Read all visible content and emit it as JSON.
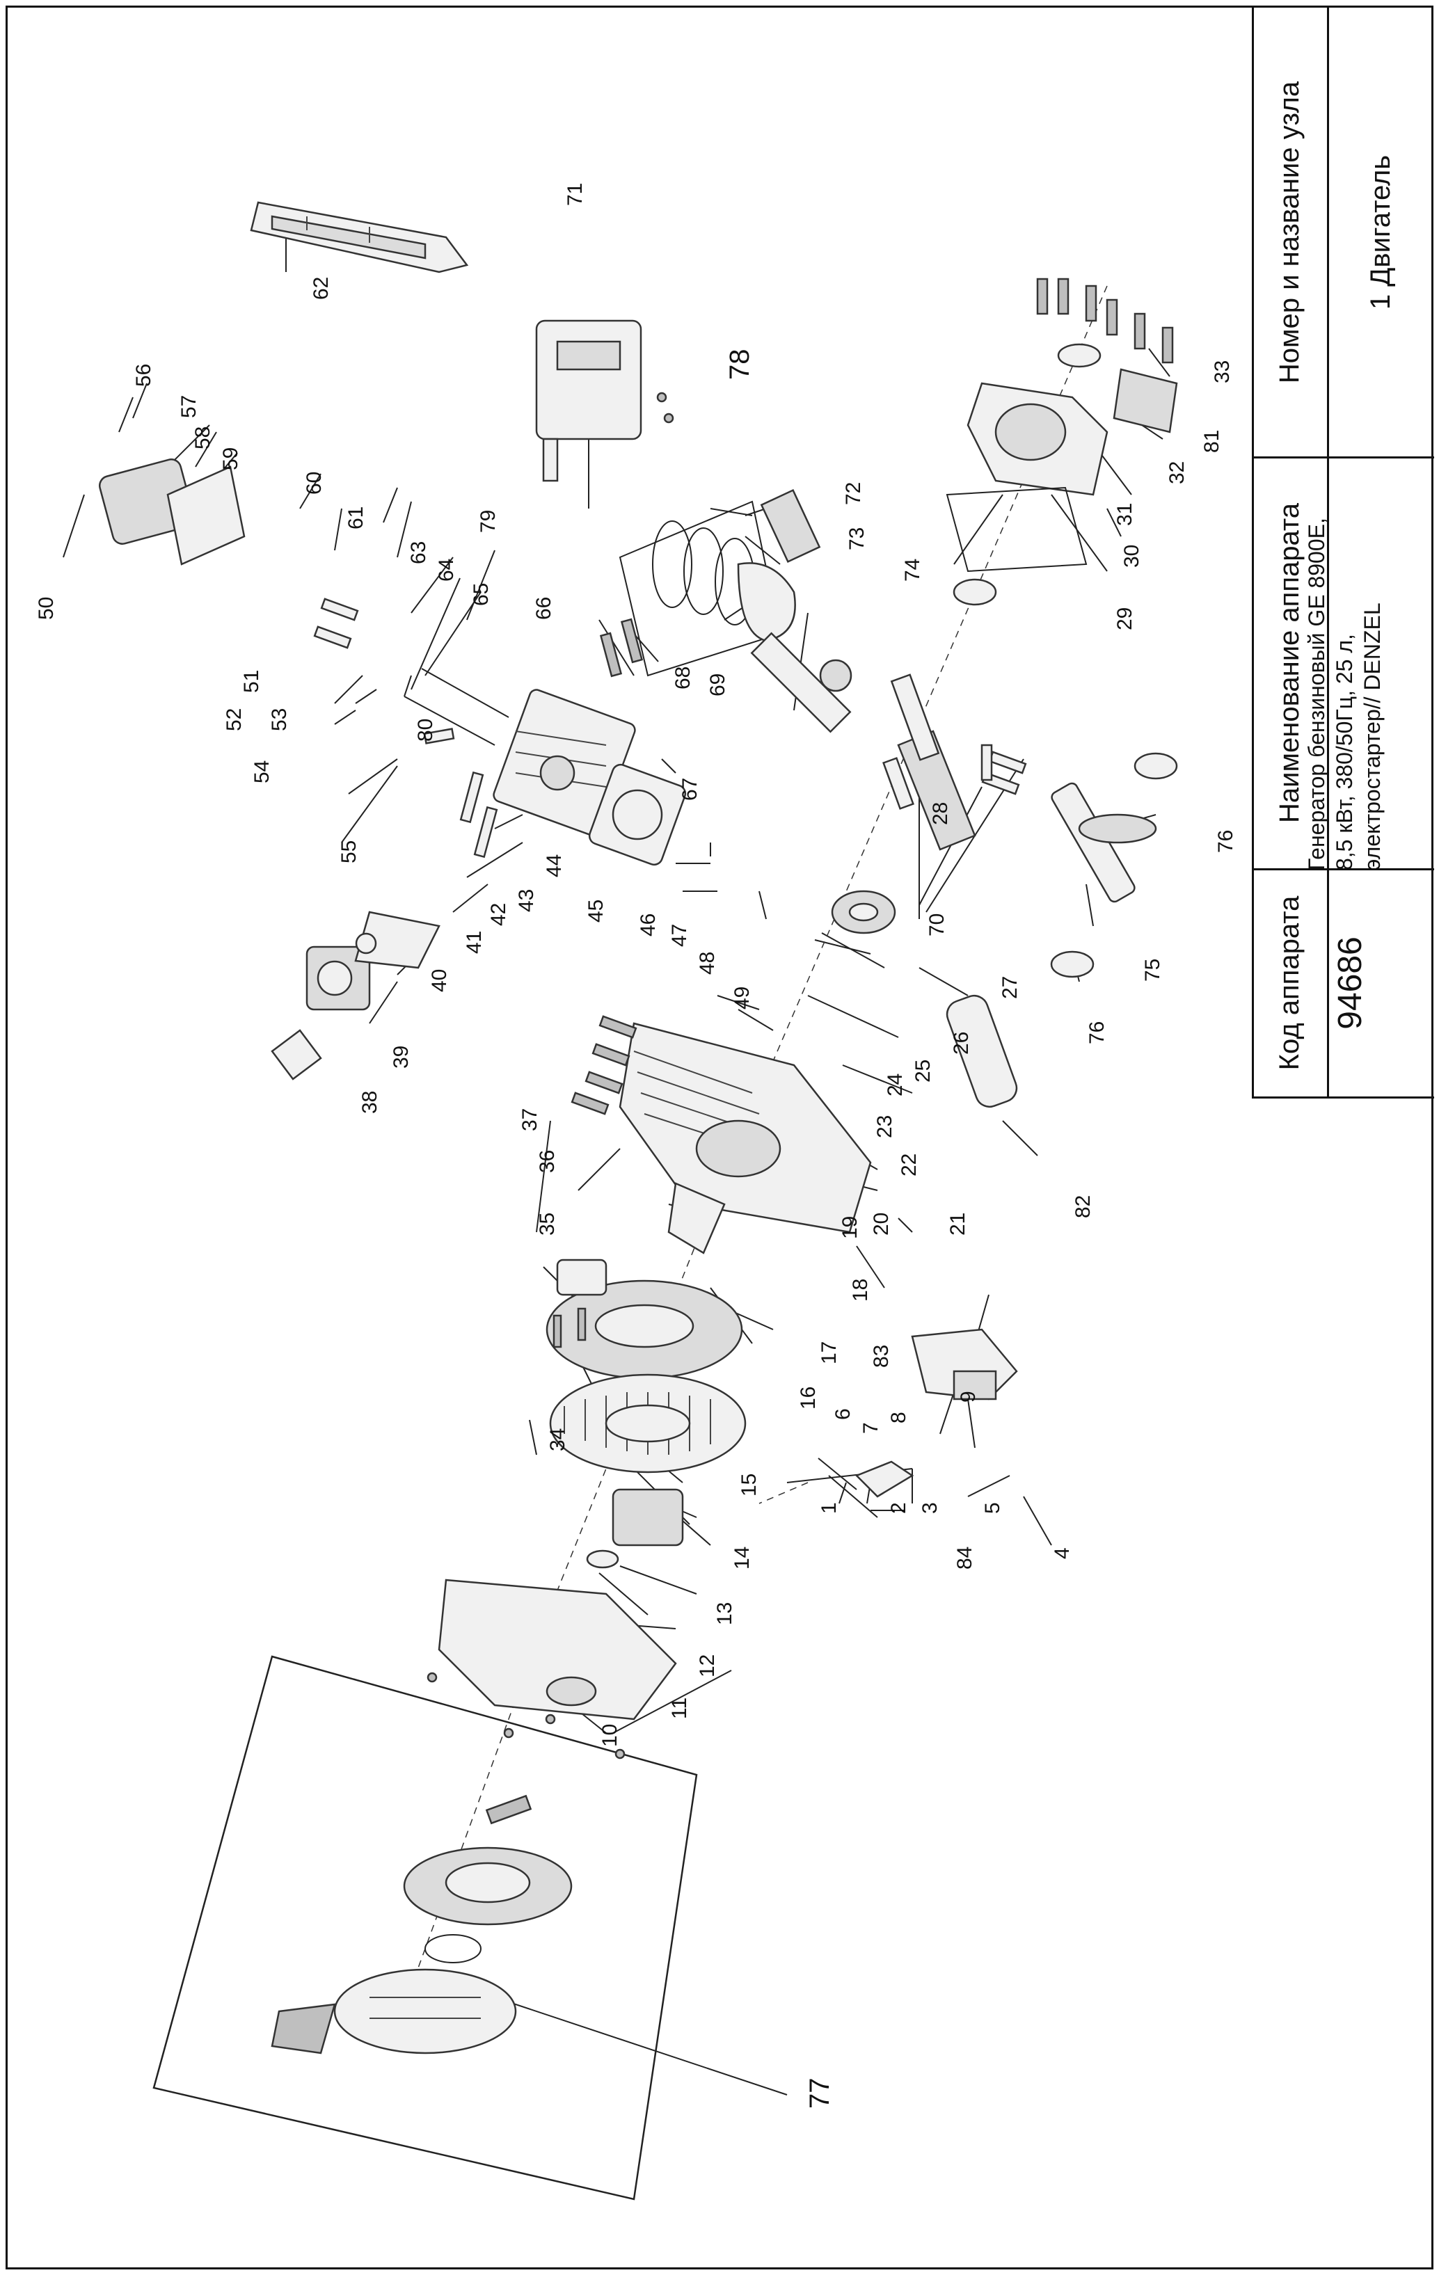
{
  "title_block": {
    "header_node": "Номер и название узла",
    "header_device": "Наименование аппарата",
    "header_code": "Код аппарата",
    "node_value": "1 Двигатель",
    "device_value_line1": "Генератор бензиновый GE 8900E,",
    "device_value_line2": "8,5 кВт, 380/50Гц, 25 л,",
    "device_value_line3": "электростартер// DENZEL",
    "code_value": "94686"
  },
  "callouts": [
    {
      "id": "1",
      "label": "1"
    },
    {
      "id": "2",
      "label": "2"
    },
    {
      "id": "3",
      "label": "3"
    },
    {
      "id": "4",
      "label": "4"
    },
    {
      "id": "5",
      "label": "5"
    },
    {
      "id": "6",
      "label": "6"
    },
    {
      "id": "7",
      "label": "7"
    },
    {
      "id": "8",
      "label": "8"
    },
    {
      "id": "9",
      "label": "9"
    },
    {
      "id": "10",
      "label": "10"
    },
    {
      "id": "11",
      "label": "11"
    },
    {
      "id": "12",
      "label": "12"
    },
    {
      "id": "13",
      "label": "13"
    },
    {
      "id": "14",
      "label": "14"
    },
    {
      "id": "15",
      "label": "15"
    },
    {
      "id": "16",
      "label": "16"
    },
    {
      "id": "17",
      "label": "17"
    },
    {
      "id": "18",
      "label": "18"
    },
    {
      "id": "19",
      "label": "19"
    },
    {
      "id": "20",
      "label": "20"
    },
    {
      "id": "21",
      "label": "21"
    },
    {
      "id": "22",
      "label": "22"
    },
    {
      "id": "23",
      "label": "23"
    },
    {
      "id": "24",
      "label": "24"
    },
    {
      "id": "25",
      "label": "25"
    },
    {
      "id": "26",
      "label": "26"
    },
    {
      "id": "27",
      "label": "27"
    },
    {
      "id": "28",
      "label": "28"
    },
    {
      "id": "29",
      "label": "29"
    },
    {
      "id": "30",
      "label": "30"
    },
    {
      "id": "31",
      "label": "31"
    },
    {
      "id": "32",
      "label": "32"
    },
    {
      "id": "33",
      "label": "33"
    },
    {
      "id": "34",
      "label": "34"
    },
    {
      "id": "35",
      "label": "35"
    },
    {
      "id": "36",
      "label": "36"
    },
    {
      "id": "37",
      "label": "37"
    },
    {
      "id": "38",
      "label": "38"
    },
    {
      "id": "39",
      "label": "39"
    },
    {
      "id": "40",
      "label": "40"
    },
    {
      "id": "41",
      "label": "41"
    },
    {
      "id": "42",
      "label": "42"
    },
    {
      "id": "43",
      "label": "43"
    },
    {
      "id": "44",
      "label": "44"
    },
    {
      "id": "45",
      "label": "45"
    },
    {
      "id": "46",
      "label": "46"
    },
    {
      "id": "47",
      "label": "47"
    },
    {
      "id": "48",
      "label": "48"
    },
    {
      "id": "49",
      "label": "49"
    },
    {
      "id": "50",
      "label": "50"
    },
    {
      "id": "51",
      "label": "51"
    },
    {
      "id": "52",
      "label": "52"
    },
    {
      "id": "53",
      "label": "53"
    },
    {
      "id": "54",
      "label": "54"
    },
    {
      "id": "55",
      "label": "55"
    },
    {
      "id": "56",
      "label": "56"
    },
    {
      "id": "57",
      "label": "57"
    },
    {
      "id": "58",
      "label": "58"
    },
    {
      "id": "59",
      "label": "59"
    },
    {
      "id": "60",
      "label": "60"
    },
    {
      "id": "61",
      "label": "61"
    },
    {
      "id": "62",
      "label": "62"
    },
    {
      "id": "63",
      "label": "63"
    },
    {
      "id": "64",
      "label": "64"
    },
    {
      "id": "65",
      "label": "65"
    },
    {
      "id": "66",
      "label": "66"
    },
    {
      "id": "67",
      "label": "67"
    },
    {
      "id": "68",
      "label": "68"
    },
    {
      "id": "69",
      "label": "69"
    },
    {
      "id": "70",
      "label": "70"
    },
    {
      "id": "71",
      "label": "71"
    },
    {
      "id": "72",
      "label": "72"
    },
    {
      "id": "73",
      "label": "73"
    },
    {
      "id": "74",
      "label": "74"
    },
    {
      "id": "75",
      "label": "75"
    },
    {
      "id": "76a",
      "label": "76"
    },
    {
      "id": "76b",
      "label": "76"
    },
    {
      "id": "77",
      "label": "77"
    },
    {
      "id": "78",
      "label": "78"
    },
    {
      "id": "79",
      "label": "79"
    },
    {
      "id": "80",
      "label": "80"
    },
    {
      "id": "81",
      "label": "81"
    },
    {
      "id": "82",
      "label": "82"
    },
    {
      "id": "83",
      "label": "83"
    },
    {
      "id": "84",
      "label": "84"
    }
  ]
}
